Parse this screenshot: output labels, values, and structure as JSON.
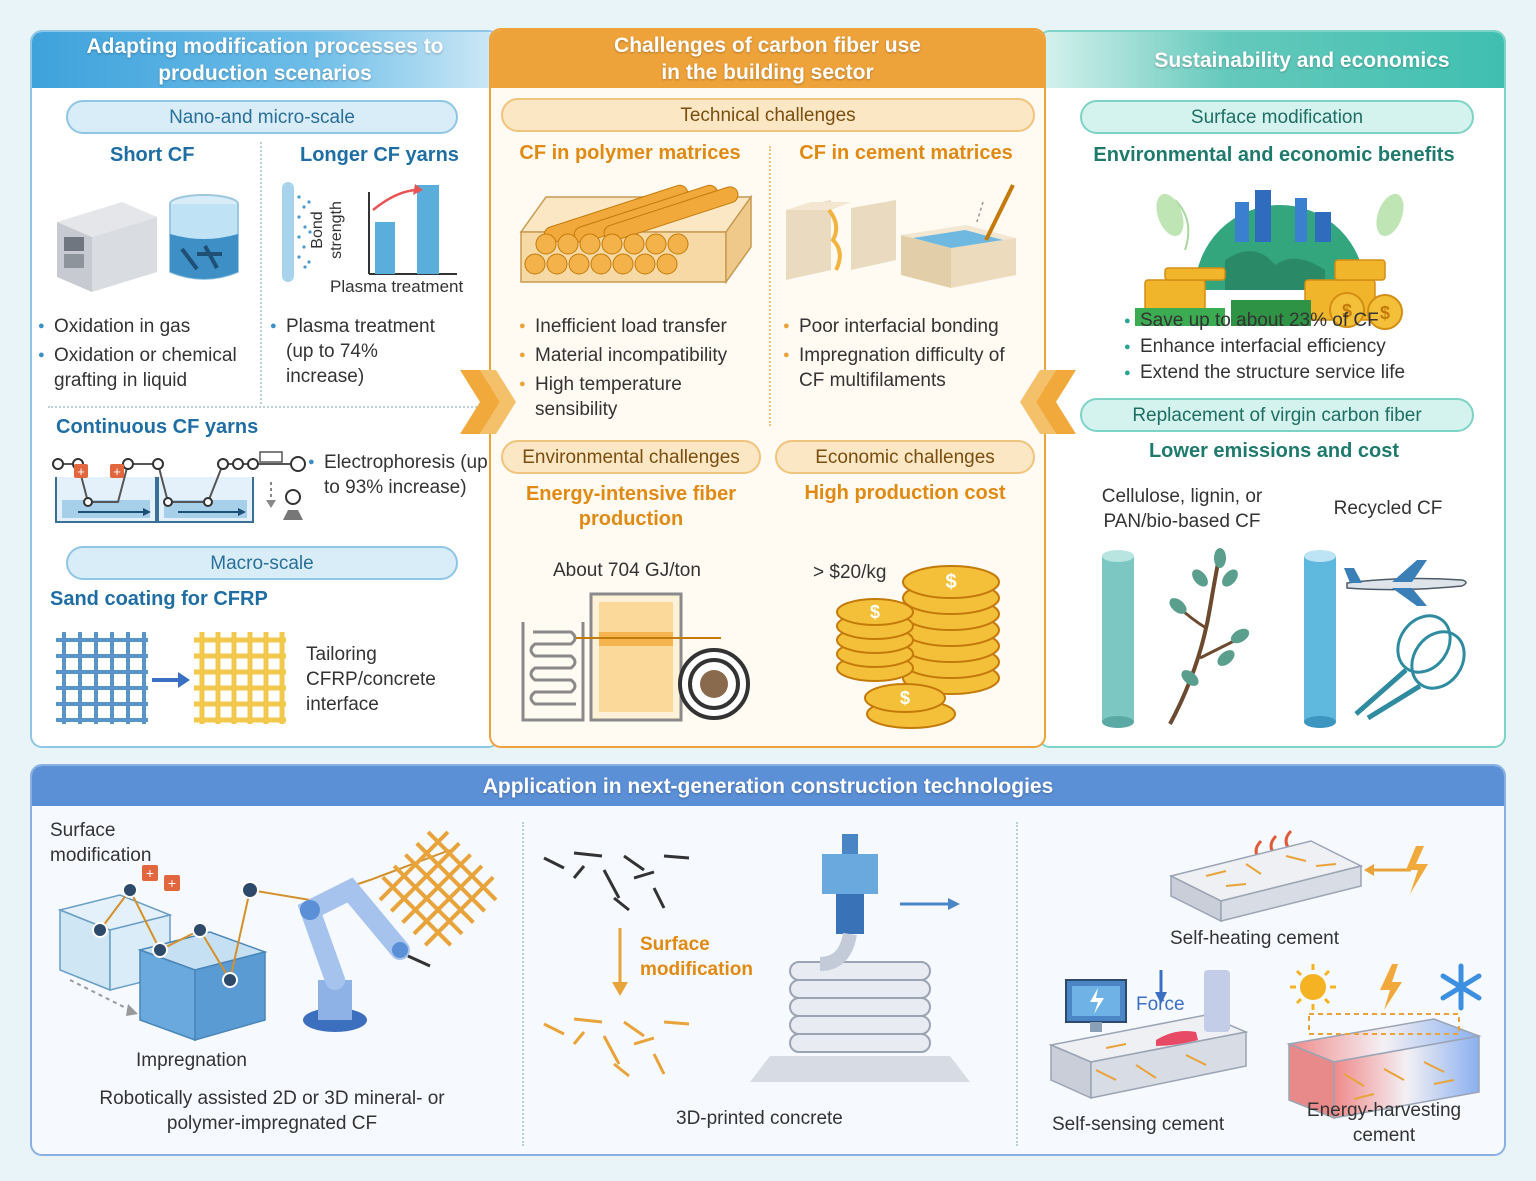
{
  "left": {
    "title": "Adapting modification processes to production scenarios",
    "nano_pill": "Nano-and micro-scale",
    "short_cf": "Short CF",
    "longer_yarns": "Longer CF yarns",
    "bond_strength": "Bond strength",
    "plasma_axis": "Plasma treatment",
    "short_bullets": [
      "Oxidation in gas",
      "Oxidation or chemical grafting in liquid"
    ],
    "longer_bullets": [
      "Plasma treatment (up to 74% increase)"
    ],
    "continuous": "Continuous CF yarns",
    "continuous_bullets": [
      "Electrophoresis (up to 93% increase)"
    ],
    "macro_pill": "Macro-scale",
    "sand": "Sand coating for CFRP",
    "tailoring": "Tailoring CFRP/concrete interface"
  },
  "middle": {
    "title_line1": "Challenges of carbon fiber use",
    "title_line2": "in the building sector",
    "tech_pill": "Technical challenges",
    "polymer": "CF in polymer matrices",
    "cement": "CF in cement matrices",
    "polymer_bullets": [
      "Inefficient load transfer",
      "Material incompatibility",
      "High temperature sensibility"
    ],
    "cement_bullets": [
      "Poor interfacial bonding",
      "Impregnation difficulty of CF multifilaments"
    ],
    "env_pill": "Environmental challenges",
    "econ_pill": "Economic challenges",
    "energy": "Energy-intensive fiber production",
    "high_cost": "High production cost",
    "energy_value": "About 704 GJ/ton",
    "cost_value": "> $20/kg"
  },
  "right": {
    "title": "Sustainability and economics",
    "surface_pill": "Surface modification",
    "env_econ": "Environmental and economic benefits",
    "bullets": [
      "Save up to about 23% of CF",
      "Enhance interfacial efficiency",
      "Extend the structure service life"
    ],
    "replace_pill": "Replacement of virgin carbon fiber",
    "lower": "Lower emissions and cost",
    "cellulose": "Cellulose, lignin, or PAN/bio-based CF",
    "recycled": "Recycled CF"
  },
  "bottom": {
    "title": "Application in next-generation construction technologies",
    "surface_mod": "Surface modification",
    "impregnation": "Impregnation",
    "robotic": "Robotically assisted 2D or 3D mineral- or polymer-impregnated CF",
    "surface_mod2": "Surface modification",
    "printed": "3D-printed concrete",
    "self_heating": "Self-heating cement",
    "force": "Force",
    "self_sensing": "Self-sensing cement",
    "energy_harvesting": "Energy-harvesting cement"
  },
  "colors": {
    "blue": "#4aa8dc",
    "orange": "#eea23a",
    "teal": "#3fbfb0",
    "bottom": "#5b8fd6",
    "fiber": "#e8a33a"
  }
}
